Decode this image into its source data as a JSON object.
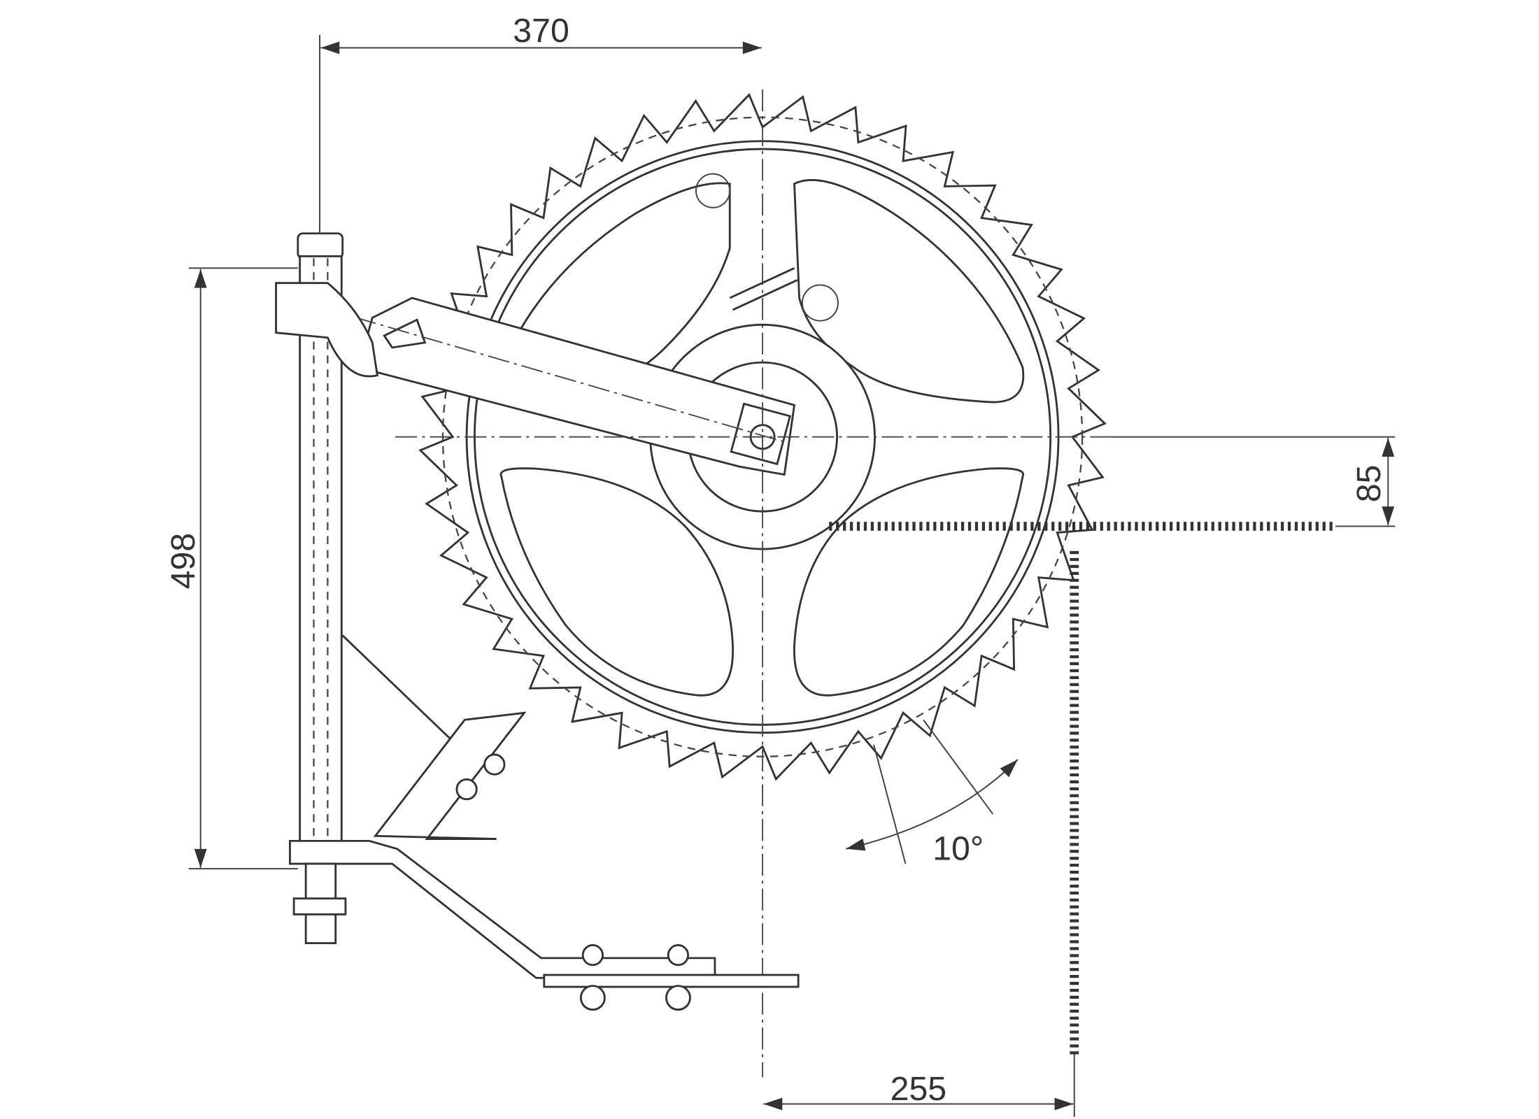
{
  "drawing": {
    "title": "Chain wheel with crank and mounting bracket",
    "teeth_count": 40,
    "dimensions": {
      "width_top": "370",
      "height_left": "498",
      "offset_right": "85",
      "bottom_width": "255",
      "angle": "10°"
    }
  }
}
